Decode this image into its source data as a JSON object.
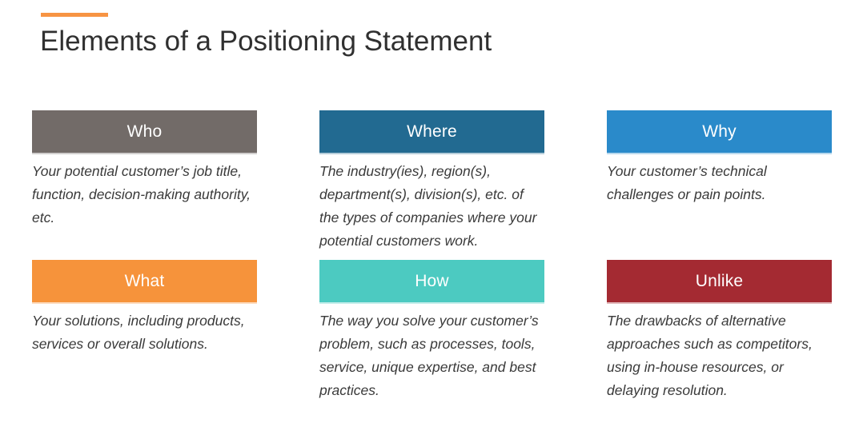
{
  "title": "Elements of a Positioning Statement",
  "accent_color": "#F79443",
  "cells": [
    {
      "label": "Who",
      "color": "#726B68",
      "desc": "Your potential customer’s job title,\nfunction, decision-making authority,\netc."
    },
    {
      "label": "Where",
      "color": "#226A91",
      "desc": "The industry(ies), region(s),\ndepartment(s), division(s), etc. of\nthe types of companies where your\npotential customers work."
    },
    {
      "label": "Why",
      "color": "#2A8ACA",
      "desc": "Your customer’s technical\nchallenges or pain points."
    },
    {
      "label": "What",
      "color": "#F6933B",
      "desc": "Your solutions, including products,\nservices or overall solutions."
    },
    {
      "label": "How",
      "color": "#4CCAC1",
      "desc": "The way you solve your customer’s\nproblem, such as processes, tools,\nservice, unique expertise, and best\npractices."
    },
    {
      "label": "Unlike",
      "color": "#A42A32",
      "desc": "The drawbacks of alternative\napproaches such as competitors,\nusing in-house resources, or\ndelaying resolution."
    }
  ]
}
